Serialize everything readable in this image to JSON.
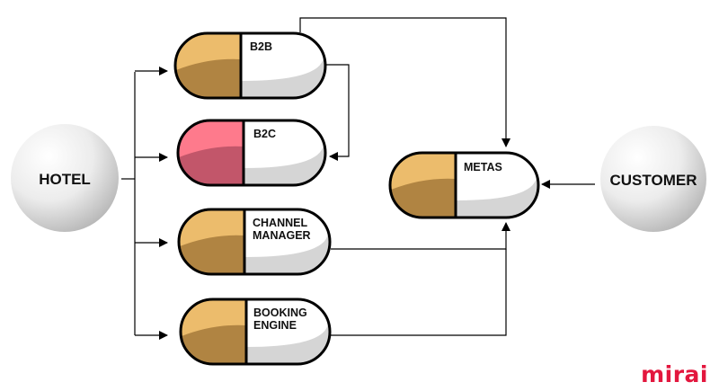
{
  "nodes": {
    "hotel": "HOTEL",
    "customer": "CUSTOMER",
    "b2b": "B2B",
    "b2c": "B2C",
    "channel_manager": [
      "CHANNEL",
      "MANAGER"
    ],
    "booking_engine": [
      "BOOKING",
      "ENGINE"
    ],
    "metas": "METAS"
  },
  "brand": "mirai",
  "colors": {
    "pill_tan": "#ecbc6c",
    "pill_tan_shade": "#b08442",
    "pill_pink": "#fe7a8c",
    "pill_pink_shade": "#c2566a",
    "pill_white": "#ffffff",
    "pill_grey_shade": "#d5d5d5",
    "brand_red": "#e3173e"
  }
}
